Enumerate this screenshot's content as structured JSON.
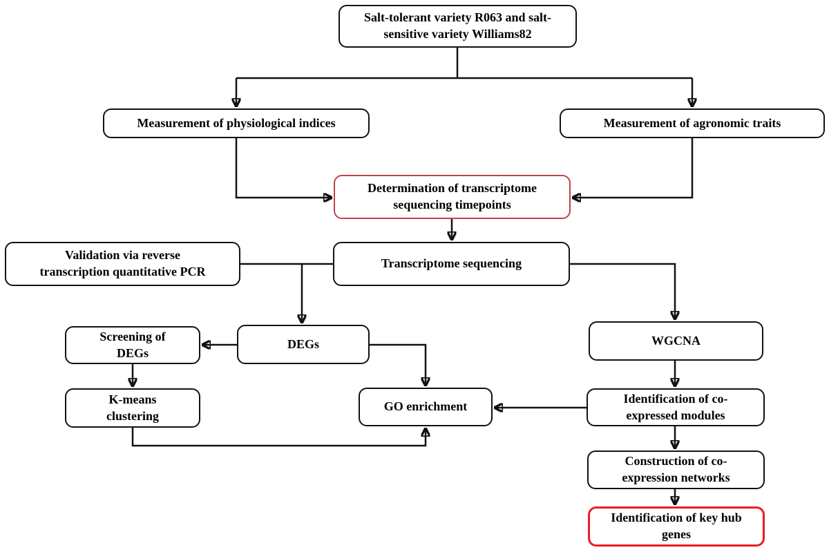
{
  "diagram_title": "Salt-tolerance transcriptome analysis workflow",
  "colors": {
    "node_border": "#111111",
    "determination_border": "#c2414d",
    "keyhub_border": "#ed1c24",
    "connector": "#111111",
    "node_fill": "#ffffff",
    "text": "#000000"
  },
  "nodes": {
    "source_varieties": {
      "label": "Salt-tolerant variety R063 and salt-\nsensitive variety Williams82"
    },
    "physiological": {
      "label": "Measurement of physiological indices"
    },
    "agronomic": {
      "label": "Measurement of agronomic traits"
    },
    "determination": {
      "label": "Determination of transcriptome\nsequencing timepoints"
    },
    "validation": {
      "label": "Validation via reverse\ntranscription quantitative PCR"
    },
    "transcriptome": {
      "label": "Transcriptome sequencing"
    },
    "degs": {
      "label": "DEGs"
    },
    "screening": {
      "label": "Screening of\nDEGs"
    },
    "kmeans": {
      "label": "K-means\nclustering"
    },
    "go_enrichment": {
      "label": "GO enrichment"
    },
    "wgcna": {
      "label": "WGCNA"
    },
    "modules": {
      "label": "Identification of co-\nexpressed modules"
    },
    "construction": {
      "label": "Construction of co-\nexpression networks"
    },
    "keyhub": {
      "label": "Identification of key hub\ngenes"
    }
  }
}
